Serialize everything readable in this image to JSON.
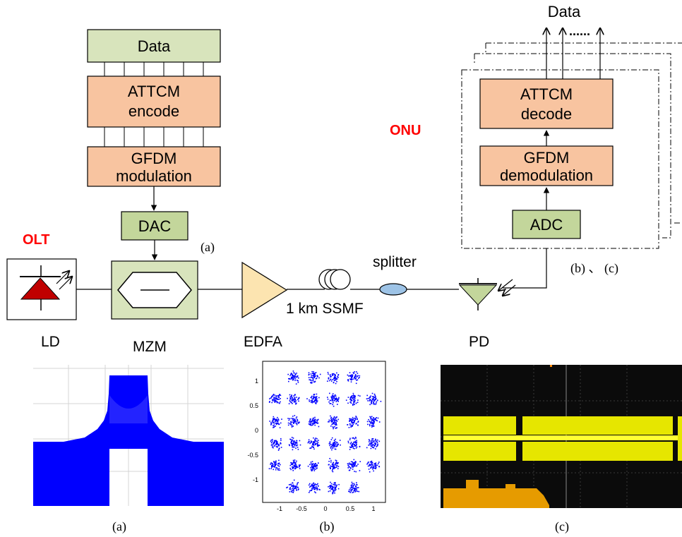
{
  "transmitter": {
    "data_label": "Data",
    "encoder_line1": "ATTCM",
    "encoder_line2": "encode",
    "modulator_line1": "GFDM",
    "modulator_line2": "modulation",
    "dac_label": "DAC",
    "tap_label": "(a)",
    "olt_label": "OLT"
  },
  "link": {
    "ld_label": "LD",
    "mzm_label": "MZM",
    "edfa_label": "EDFA",
    "fiber_label": "1 km SSMF",
    "splitter_label": "splitter",
    "pd_label": "PD"
  },
  "receiver": {
    "onu_label": "ONU",
    "adc_label": "ADC",
    "demod_line1": "GFDM",
    "demod_line2": "demodulation",
    "decoder_line1": "ATTCM",
    "decoder_line2": "decode",
    "output_label": "Data",
    "ellipsis": "......",
    "tap_label": "(b) 、 (c)"
  },
  "insets": {
    "spectrum_caption": "(a)",
    "constellation_caption": "(b)",
    "scope_caption": "(c)",
    "constellation_ticks_x": [
      "-1",
      "-0.5",
      "0",
      "0.5",
      "1"
    ],
    "constellation_ticks_y": [
      "1",
      "0.5",
      "0",
      "-0.5",
      "-1"
    ]
  },
  "colors": {
    "data_box": "#d8e4bc",
    "processing_box": "#f8c4a0",
    "converter_box": "#c3d69b",
    "olt_onu_text": "#ff0000",
    "laser_triangle": "#c00000",
    "edfa_fill": "#fce4b0",
    "splitter_fill": "#9dc3e6",
    "spectrum_fill": "#0000ff",
    "constellation_point": "#0000ff",
    "scope_trace": "#e6e600",
    "scope_lower_trace": "#e69b00"
  }
}
